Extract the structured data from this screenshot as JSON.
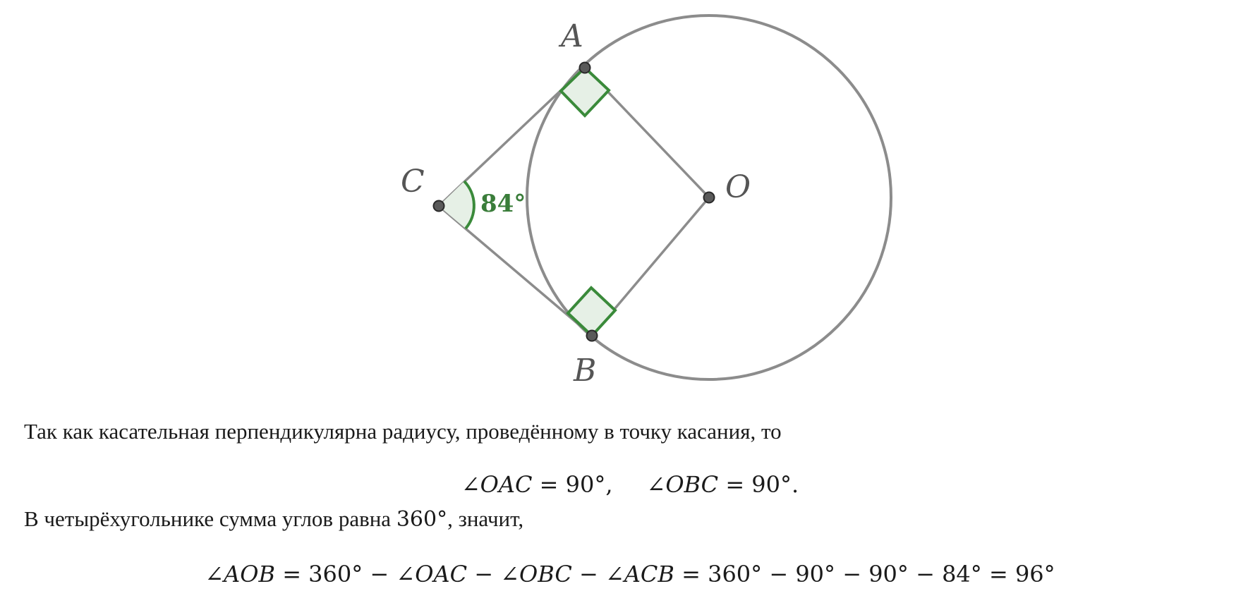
{
  "figure": {
    "points": {
      "A": "A",
      "B": "B",
      "C": "C",
      "O": "O"
    },
    "angle_label": "84°",
    "colors": {
      "lines": "#8c8c8c",
      "marks": "#3a8a3a",
      "mark_fill": "#e6f0e6",
      "point_fill": "#5a5a5a"
    }
  },
  "text": {
    "line1": "Так как касательная перпендикулярна радиусу, проведённому в точку касания, то",
    "eq1_a_angle": "∠",
    "eq1_a_vars": "OAC",
    "eq1_a_rhs": " = 90°,",
    "eq1_b_angle": "∠",
    "eq1_b_vars": "OBC",
    "eq1_b_rhs": " = 90°.",
    "line2_prefix": "В четырёхугольнике сумма углов равна ",
    "line2_value": "360°",
    "line2_suffix": ", значит,",
    "eq2": {
      "t1": "∠",
      "v1": "AOB",
      "t2": " = 360° − ∠",
      "v2": "OAC",
      "t3": " − ∠",
      "v3": "OBC",
      "t4": " − ∠",
      "v4": "ACB",
      "t5": " = 360° − 90° − 90° − 84° = 96°"
    }
  }
}
